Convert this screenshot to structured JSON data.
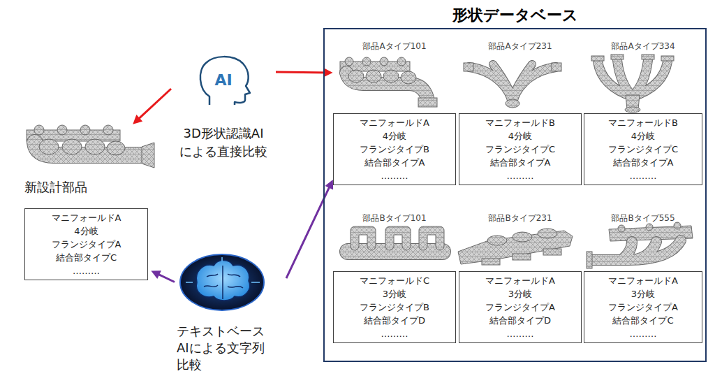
{
  "diagram": {
    "nodes": [
      {
        "text": [
          "形状データベース"
        ]
      },
      {
        "text": [
          "部品Aタイプ101",
          "マニフォールドA 4分岐 フランジタイプB 結合部タイプA ………"
        ],
        "in": 0
      },
      {
        "text": [
          "部品Aタイプ231",
          "マニフォールドB 4分岐 フランジタイプC 結合部タイプA ………"
        ],
        "in": 0
      },
      {
        "text": [
          "部品Aタイプ334",
          "マニフォールドB 4分岐 フランジタイプC 結合部タイプA ………"
        ],
        "in": 0
      },
      {
        "text": [
          "部品Bタイプ101",
          "マニフォールドC 3分岐 フランジタイプB 結合部タイプD ………"
        ],
        "in": 0
      },
      {
        "text": [
          "部品Bタイプ231",
          "マニフォールドA 3分岐 フランジタイプA 結合部タイプD ………"
        ],
        "in": 0
      },
      {
        "text": [
          "部品Bタイプ555",
          "マニフォールドA 3分岐 フランジタイプA 結合部タイプC ………"
        ],
        "in": 0
      },
      {
        "text": [
          "AI",
          "3D形状認識AI による直接比較"
        ]
      },
      {
        "text": [
          "新設計部品",
          "マニフォールドA 4分岐 フランジタイプA 結合部タイプC ………"
        ]
      },
      {
        "text": [
          "テキストベース AIによる文字列 比較"
        ]
      }
    ],
    "edges": [
      {
        "from": 7,
        "to": 1,
        "arrow": "to"
      },
      {
        "from": 7,
        "to": 8,
        "arrow": "to"
      },
      {
        "from": 9,
        "to": 8,
        "arrow": "to"
      },
      {
        "from": 9,
        "to": 1,
        "arrow": "to"
      }
    ]
  }
}
